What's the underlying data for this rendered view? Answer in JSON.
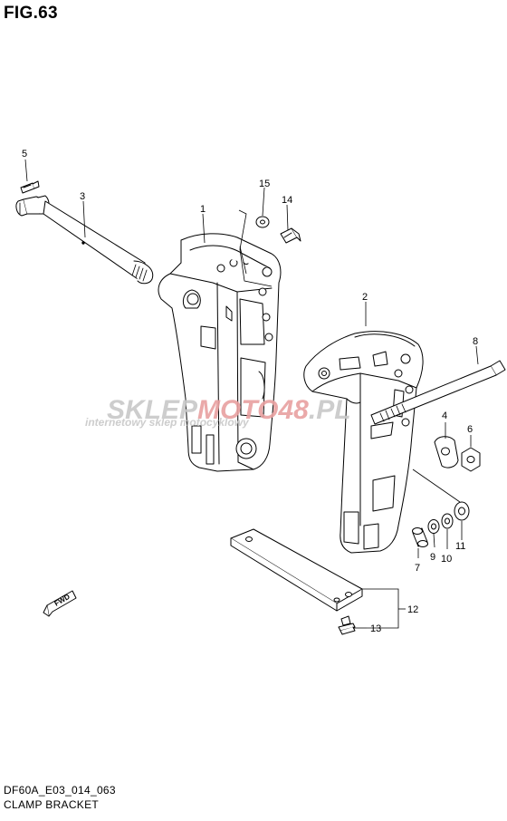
{
  "figure": {
    "title": "FIG.63",
    "model_code": "DF60A_E03_014_063",
    "name": "CLAMP BRACKET"
  },
  "watermark": {
    "part1": "SKLEP",
    "part2": "MOTO",
    "part3": "48",
    "part4": ".PL",
    "tagline": "internetowy sklep motocyklowy",
    "gray_color": "#bdbdbd",
    "red_color": "#e8a0a0"
  },
  "callouts": [
    "1",
    "2",
    "3",
    "4",
    "5",
    "6",
    "7",
    "8",
    "9",
    "10",
    "11",
    "12",
    "13",
    "14",
    "15"
  ],
  "fwd_label": "FWD"
}
